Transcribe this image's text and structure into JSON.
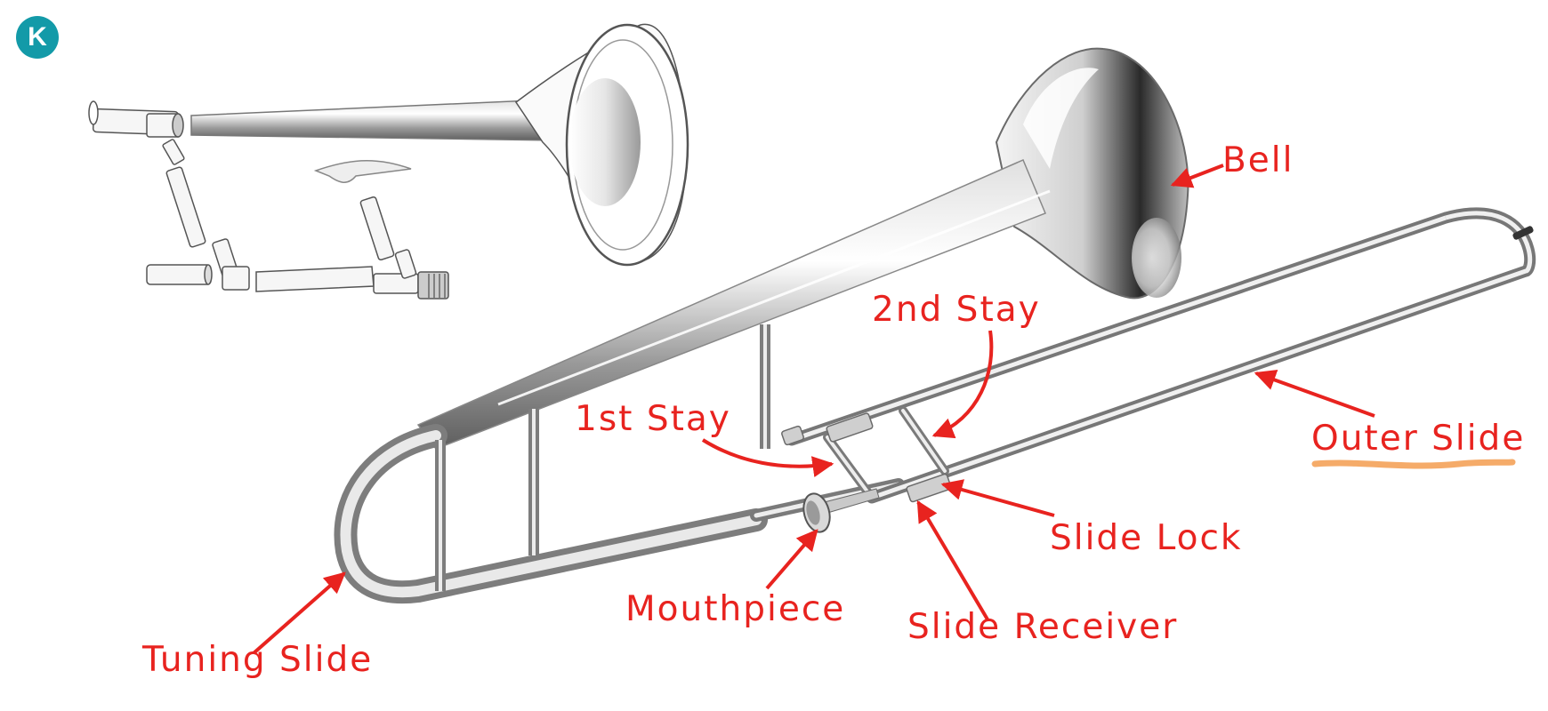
{
  "logo_letter": "K",
  "colors": {
    "label": "#e8231f",
    "arrow": "#e8231f",
    "highlight": "#f4a259",
    "logo": "#139aa8",
    "silver_dark": "#8c8c8c",
    "silver_light": "#f2f2f2"
  },
  "labels": {
    "bell": "Bell",
    "second_stay": "2nd Stay",
    "first_stay": "1st Stay",
    "outer_slide": "Outer Slide",
    "slide_lock": "Slide Lock",
    "mouthpiece": "Mouthpiece",
    "slide_receiver": "Slide Receiver",
    "tuning_slide": "Tuning Slide"
  },
  "icons": {
    "logo": "k-badge-icon",
    "exploded_view": "trombone-exploded-diagram",
    "main_image": "trombone-illustration"
  }
}
